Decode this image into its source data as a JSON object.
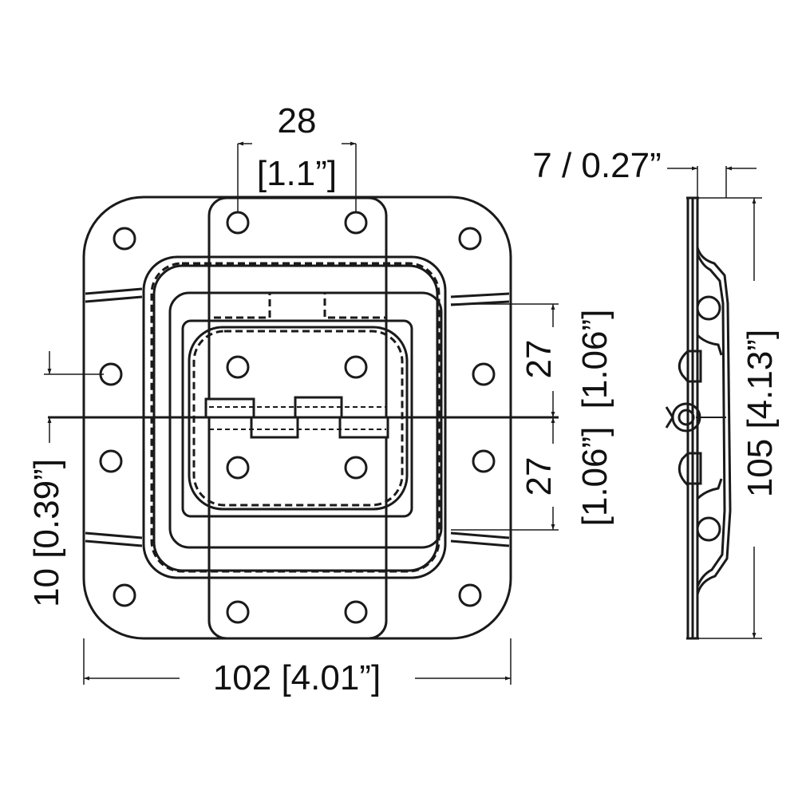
{
  "drawing": {
    "line_color": "#1a1a1a",
    "background": "#ffffff",
    "dimensions": {
      "pin_spacing_mm": "28",
      "pin_spacing_in": "[1.1”]",
      "thickness": "7 / 0.27”",
      "upper_half_mm": "27",
      "upper_half_in": "[1.06”]",
      "lower_half_mm": "27",
      "lower_half_in": "[1.06”]",
      "offset": "10 [0.39”]",
      "width": "102 [4.01”]",
      "height": "105 [4.13”]"
    }
  }
}
